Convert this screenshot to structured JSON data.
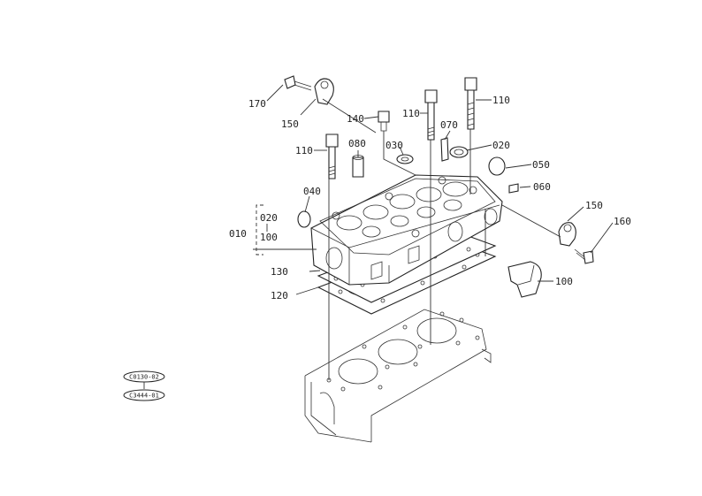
{
  "labels": {
    "p170": "170",
    "p150a": "150",
    "p140": "140",
    "p110a": "110",
    "p110b": "110",
    "p110c": "110",
    "p070": "070",
    "p080": "080",
    "p030": "030",
    "p020": "020",
    "p050": "050",
    "p060": "060",
    "p040": "040",
    "p010": "010",
    "p020b": "020",
    "p100b": "100",
    "p150b": "150",
    "p160": "160",
    "p100": "100",
    "p130": "130",
    "p120": "120"
  },
  "refs": {
    "r1": "C0130-02",
    "r2": "C3444-01"
  },
  "colors": {
    "ink": "#222222",
    "paper": "#ffffff"
  }
}
